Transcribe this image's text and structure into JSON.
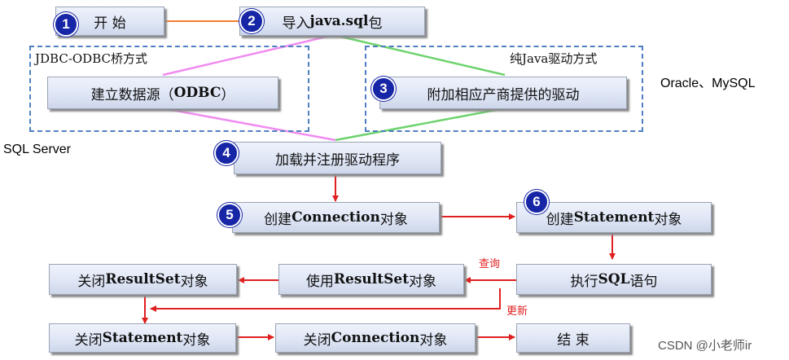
{
  "steps": {
    "start": "开  始",
    "import_pre": "导入 ",
    "import_bold": "java.sql",
    "import_post": "包",
    "create_ds_pre": "建立数据源（",
    "create_ds_bold": "ODBC",
    "create_ds_post": "）",
    "attach_driver": "附加相应产商提供的驱动",
    "load_driver": "加载并注册驱动程序",
    "create_conn_pre": "创建",
    "create_conn_bold": "Connection",
    "create_conn_post": " 对象",
    "create_stmt_pre": "创建 ",
    "create_stmt_bold": "Statement",
    "create_stmt_post": " 对象",
    "exec_pre": "执行",
    "exec_bold": "SQL",
    "exec_post": "语句",
    "use_rs_pre": "使用",
    "use_rs_bold": "ResultSet",
    "use_rs_post": "对象",
    "close_rs_pre": "关闭",
    "close_rs_bold": "ResultSet",
    "close_rs_post": " 对象",
    "close_stmt_pre": "关闭",
    "close_stmt_bold": "Statement",
    "close_stmt_post": "对象",
    "close_conn_pre": "关闭",
    "close_conn_bold": "Connection",
    "close_conn_post": "对象",
    "end": "结  束"
  },
  "groups": {
    "jdbc_odbc": "JDBC-ODBC桥方式",
    "pure_java": "纯Java驱动方式"
  },
  "side_labels": {
    "oracle_mysql": "Oracle、MySQL",
    "sql_server": "SQL Server"
  },
  "edge_labels": {
    "query": "查询",
    "update": "更新"
  },
  "badges": [
    "1",
    "2",
    "3",
    "4",
    "5",
    "6"
  ],
  "watermark": "CSDN @小老师ir",
  "colors": {
    "arrow": "#e02020",
    "pink_line": "#f08cf0",
    "green_line": "#6ed36e",
    "orange_line": "#f08030",
    "badge": "#1726a6",
    "dashed_border": "#4f7fc0"
  }
}
